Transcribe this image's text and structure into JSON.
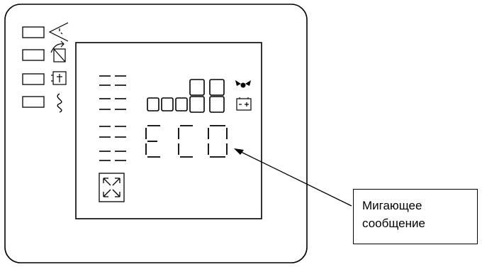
{
  "display": {
    "mode_text": "ECO",
    "indicators": [
      {
        "icon": "inverter-icon"
      },
      {
        "icon": "bypass-icon"
      },
      {
        "icon": "battery-icon"
      },
      {
        "icon": "ac-line-icon"
      }
    ],
    "status_icons": [
      "fan-icon",
      "battery-small-icon"
    ],
    "load_icon": "load-indicator-icon"
  },
  "callout": {
    "line1": "Мигающее",
    "line2": "сообщение"
  },
  "colors": {
    "stroke": "#000000",
    "background": "#ffffff"
  }
}
